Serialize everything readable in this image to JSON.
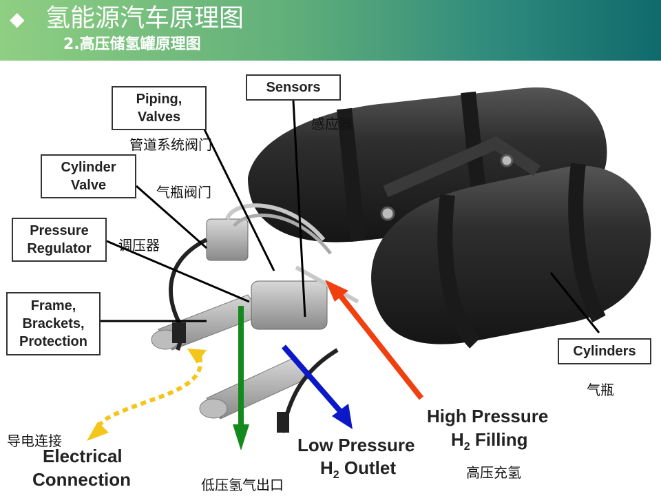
{
  "header": {
    "title": "氢能源汽车原理图",
    "subtitle": "2.高压储氢罐原理图"
  },
  "labels": {
    "piping": {
      "en": "Piping,\nValves",
      "zh": "管道系统阀门"
    },
    "sensors": {
      "en": "Sensors",
      "zh": "感应器"
    },
    "cylinder_valve": {
      "en": "Cylinder\nValve",
      "zh": "气瓶阀门"
    },
    "pressure_regulator": {
      "en": "Pressure\nRegulator",
      "zh": "调压器"
    },
    "frame": {
      "en": "Frame,\nBrackets,\nProtection"
    },
    "cylinders": {
      "en": "Cylinders",
      "zh": "气瓶"
    },
    "electrical": {
      "zh": "导电连接",
      "en_line1": "Electrical",
      "en_line2": "Connection"
    },
    "low_pressure": {
      "en_line1": "Low Pressure",
      "en_line2_main": "H",
      "en_line2_sub": "2",
      "en_line2_rest": " Outlet",
      "zh": "低压氢气出口"
    },
    "high_pressure": {
      "en_line1": "High Pressure",
      "en_line2_main": "H",
      "en_line2_sub": "2",
      "en_line2_rest": " Filling",
      "zh": "高压充氢"
    }
  },
  "colors": {
    "header_start": "#8fcf82",
    "header_end": "#0f6a6c",
    "arrow_green": "#138a1b",
    "arrow_blue": "#0a18c8",
    "arrow_red": "#f04010",
    "arrow_yellow": "#f4c51a",
    "tank": "#2b2b2b"
  }
}
